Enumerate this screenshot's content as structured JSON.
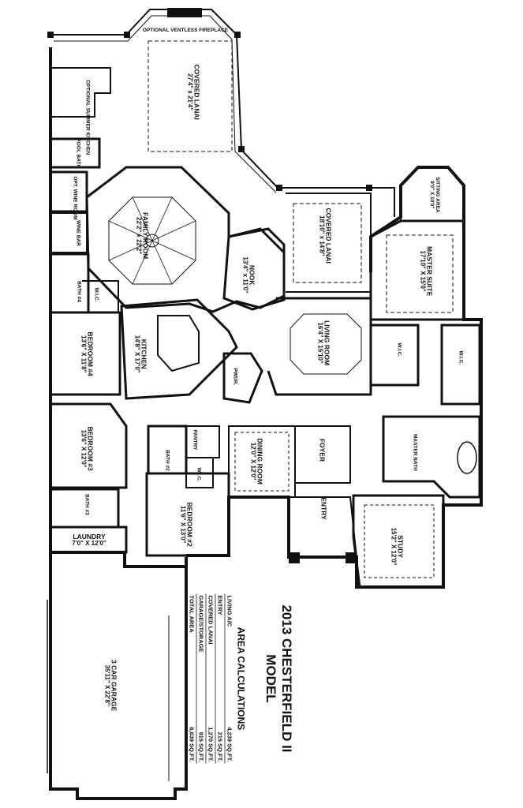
{
  "title": {
    "line1": "2013 CHESTERFIELD II",
    "line2": "MODEL"
  },
  "area_calculations": {
    "header": "AREA CALCULATIONS",
    "rows": [
      {
        "label": "LIVING A/C",
        "value": "4,239 SQ.FT."
      },
      {
        "label": "ENTRY",
        "value": "215 SQ.FT."
      },
      {
        "label": "COVERED LANAI",
        "value": "1,270 SQ.FT."
      },
      {
        "label": "GARAGE/STORAGE",
        "value": "915 SQ.FT."
      },
      {
        "label": "TOTAL AREA",
        "value": "6,639 SQ.FT."
      }
    ]
  },
  "rooms": {
    "fireplace": {
      "name": "OPTIONAL VENTLESS FIREPLACE",
      "dim": ""
    },
    "covered_lanai": {
      "name": "COVERED LANAI",
      "dim": "27'4\" x 21'4\""
    },
    "summer_kitchen": {
      "name": "OPTIONAL SUMMER KITCHEN",
      "dim": ""
    },
    "pool_bath": {
      "name": "POOL BATH",
      "dim": ""
    },
    "wine_room": {
      "name": "OPT. WINE ROOM",
      "dim": ""
    },
    "wine_bar": {
      "name": "WINE BAR",
      "dim": ""
    },
    "family_room": {
      "name": "FAMILY ROOM",
      "dim": "22'2\" x 22'2\""
    },
    "nook": {
      "name": "NOOK",
      "dim": "13'4\" x 11'0\""
    },
    "covered_lanai_2": {
      "name": "COVERED LANAI",
      "dim": "18'10\" x 14'8\""
    },
    "sitting_area": {
      "name": "SITTING AREA",
      "dim": "9'0\" X 10'0\""
    },
    "master_suite": {
      "name": "MASTER SUITE",
      "dim": "17'10\" X 15'0\""
    },
    "bath_4": {
      "name": "BATH #4",
      "dim": ""
    },
    "wic_4": {
      "name": "W.I.C.",
      "dim": ""
    },
    "bedroom_4": {
      "name": "BEDROOM #4",
      "dim": "13'6\" X 11'8\""
    },
    "kitchen": {
      "name": "KITCHEN",
      "dim": "14'8\" X 17'0\""
    },
    "living_room": {
      "name": "LIVING ROOM",
      "dim": "16'4\" X 15'10\""
    },
    "wic_a": {
      "name": "W.I.C.",
      "dim": ""
    },
    "wic_b": {
      "name": "W.I.C.",
      "dim": ""
    },
    "pwdr": {
      "name": "PWDR.",
      "dim": ""
    },
    "bedroom_3": {
      "name": "BEDROOM #3",
      "dim": "13'6\" X 12'0\""
    },
    "pantry": {
      "name": "PANTRY",
      "dim": ""
    },
    "dining_room": {
      "name": "DINING ROOM",
      "dim": "12'0\" X 12'0\""
    },
    "foyer": {
      "name": "FOYER",
      "dim": ""
    },
    "master_bath": {
      "name": "MASTER BATH",
      "dim": ""
    },
    "bath_2": {
      "name": "BATH #2",
      "dim": ""
    },
    "wic_2": {
      "name": "W.I.C.",
      "dim": ""
    },
    "bath_3": {
      "name": "BATH #3",
      "dim": ""
    },
    "bedroom_2": {
      "name": "BEDROOM #2",
      "dim": "11'6\" X 13'0\""
    },
    "entry": {
      "name": "ENTRY",
      "dim": ""
    },
    "study": {
      "name": "STUDY",
      "dim": "15'2\" X 12'0\""
    },
    "laundry": {
      "name": "LAUNDRY",
      "dim": "7'0\" X 12'0\""
    },
    "garage": {
      "name": "3 CAR GARAGE",
      "dim": "35'11\" X 22'8\""
    }
  }
}
